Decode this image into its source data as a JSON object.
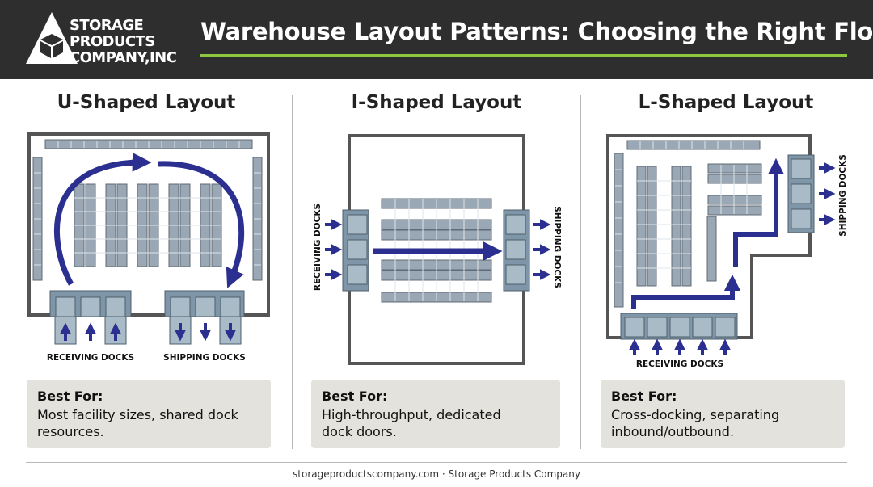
{
  "logo": {
    "line1": "STORAGE",
    "line2": "PRODUCTS",
    "line3": "COMPANY,INC",
    "icon": "warehouse-cube-logo-icon"
  },
  "header": {
    "title": "Warehouse Layout Patterns: Choosing the Right Flow",
    "accent_color": "#8dc63f",
    "background_color": "#2e2e2e"
  },
  "layouts": [
    {
      "title": "U-Shaped Layout",
      "dock_labels": [
        "RECEIVING DOCKS",
        "SHIPPING DOCKS"
      ],
      "best_for_label": "Best For:",
      "best_for_line1": "Most facility sizes, shared dock",
      "best_for_line2": "resources."
    },
    {
      "title": "I-Shaped Layout",
      "dock_labels": [
        "RECEIVING DOCKS",
        "SHIPPING DOCKS"
      ],
      "best_for_label": "Best For:",
      "best_for_line1": "High-throughput, dedicated",
      "best_for_line2": "dock doors."
    },
    {
      "title": "L-Shaped Layout",
      "dock_labels": [
        "SHIPPING DOCKS",
        "RECEIVING DOCKS"
      ],
      "best_for_label": "Best For:",
      "best_for_line1": "Cross-docking, separating",
      "best_for_line2": "inbound/outbound."
    }
  ],
  "colors": {
    "flow_arrow": "#2b2f8f",
    "rack": "#9aa7b4",
    "dock": "#7f96a8",
    "card_bg": "#e4e2dc"
  },
  "footer": {
    "text": "storageproductscompany.com · Storage Products Company"
  }
}
